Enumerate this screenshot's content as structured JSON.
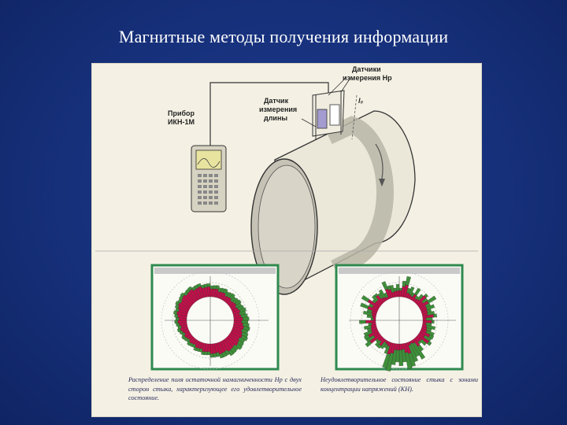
{
  "slide": {
    "title": "Магнитные методы получения информации"
  },
  "diagram": {
    "device_label_line1": "Прибор",
    "device_label_line2": "ИКН-1М",
    "length_sensor_line1": "Датчик",
    "length_sensor_line2": "измерения",
    "length_sensor_line3": "длины",
    "hp_sensor_line1": "Датчики",
    "hp_sensor_line2": "измерения Hp",
    "axis_label": "l₀"
  },
  "plots": {
    "left_caption": "Распределение поля остаточной намагниченности Hp с двух сторон стыка, характеризующее его удовлетворительное состояние.",
    "right_caption": "Неудовлетворительное состояние стыка с зонами концентрации напряжений (КН)."
  },
  "colors": {
    "background": "#16307a",
    "panel": "#f4f1e4",
    "plot_red": "#c0104a",
    "plot_green": "#3f8f3a",
    "plot_frame": "#2f8a4f"
  }
}
